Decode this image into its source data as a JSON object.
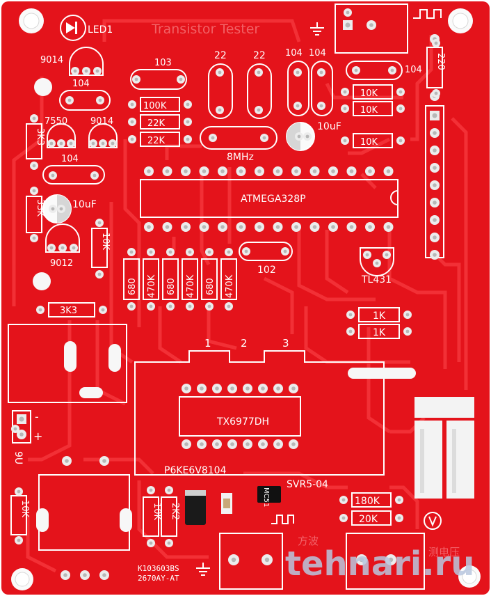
{
  "board": {
    "colors": {
      "substrate": "#e4131b",
      "trace": "#f4343a",
      "silk": "#ffffff",
      "pad": "#e8e8e8",
      "pad_hole": "#b01217",
      "copper_pad": "#f2f2f2",
      "chip": "#111111",
      "watermark": "#b9c7df"
    },
    "title_silk": "Transistor Tester",
    "components": {
      "led": "LED1",
      "t1": "9014",
      "t2": "7550",
      "t3": "9014",
      "t4": "9012",
      "c104a": "104",
      "c104b": "104",
      "c104c": "104",
      "c104d": "104",
      "c104e": "104",
      "c103": "103",
      "c22a": "22",
      "c22b": "22",
      "c10uf_a": "10uF",
      "c10uf_b": "10uF",
      "c102": "102",
      "crystal": "8MHz",
      "mcu": "ATMEGA328P",
      "vref": "TL431",
      "lcd_driver": "TX6977DH",
      "tvs": "P6KE6V8104",
      "reg": "SVR5-04",
      "reg_chip": "MC51",
      "battery": "9U",
      "batt_minus": "-",
      "batt_plus": "+"
    },
    "resistors": {
      "r100k": "100K",
      "r22k_a": "22K",
      "r22k_b": "22K",
      "r10k_a": "10K",
      "r10k_b": "10K",
      "r10k_c": "10K",
      "r3k3_v": "3K3",
      "r33k": "33K",
      "r10k_v": "10K",
      "r3k3_h": "3K3",
      "r220": "220",
      "rt1": "680",
      "rt2": "470K",
      "rt3": "680",
      "rt4": "470K",
      "rt5": "680",
      "rt6": "470K",
      "r1k_a": "1K",
      "r1k_b": "1K",
      "r180k": "180K",
      "r20k": "20K",
      "r10k_bl": "10K",
      "r10k_bm": "10K",
      "r2k2": "2K2"
    },
    "test_port_numbers": [
      "1",
      "2",
      "3"
    ],
    "lot_code": [
      "K103603BS",
      "2670AY-AT"
    ],
    "cn_labels": [
      "方波",
      "测电压"
    ],
    "watermark": "tehnari.ru"
  }
}
